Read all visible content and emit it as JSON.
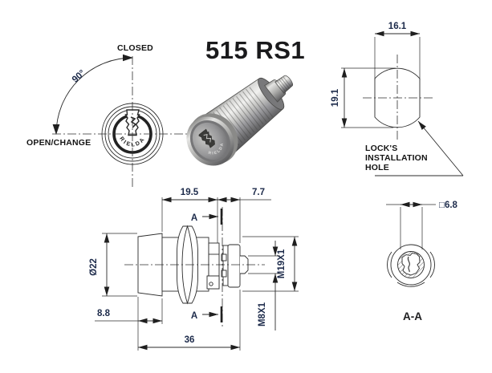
{
  "title": "515 RS1",
  "brand": "RIELDA",
  "rotation_diagram": {
    "closed_label": "CLOSED",
    "open_label": "OPEN/CHANGE",
    "angle_label": "90°"
  },
  "installation_hole": {
    "width": "16.1",
    "height": "19.1",
    "label_line1": "LOCK'S",
    "label_line2": "INSTALLATION",
    "label_line3": "HOLE"
  },
  "side_view": {
    "dim_body_length": "19.5",
    "dim_rear_stack": "7.7",
    "section_marker": "A",
    "diameter": "Ø22",
    "bezel_depth": "8.8",
    "total_length": "36",
    "thread_body": "M19X1",
    "thread_stud": "M8X1"
  },
  "section_view": {
    "square_dim": "□6.8",
    "label": "A-A"
  },
  "colors": {
    "line": "#2b2b2b",
    "dim_text": "#1c2a4a",
    "label_text": "#141414",
    "metal_light": "#f1f1ef",
    "metal_mid": "#a8a8a6",
    "metal_dark": "#59595b"
  }
}
